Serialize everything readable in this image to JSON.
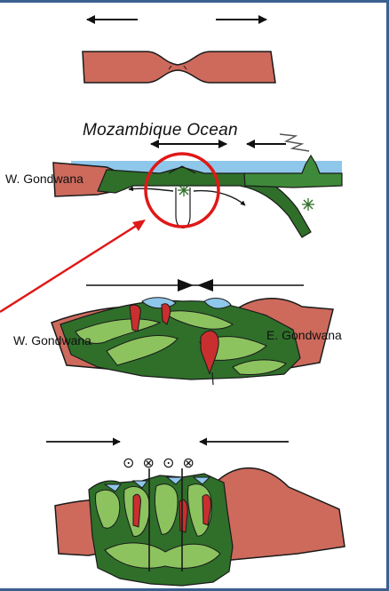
{
  "labels": {
    "ocean": "Mozambique Ocean",
    "west_upper": "W. Gondwana",
    "west_middle": "W. Gondwana",
    "east_middle": "E. Gondwana"
  },
  "symbols": {
    "out_of_page": "⊙",
    "into_page": "⊗"
  },
  "colors": {
    "continent": "#cd6a5c",
    "outline": "#1a1a1a",
    "ocean": "#8fc7ea",
    "dark_green": "#2f6f2a",
    "mid_green": "#3f8a3a",
    "light_green": "#8cc35f",
    "pluton": "#c92f2f",
    "sediment": "#e6e34a",
    "highlight": "#e01818",
    "frame": "#3b5f8f"
  }
}
